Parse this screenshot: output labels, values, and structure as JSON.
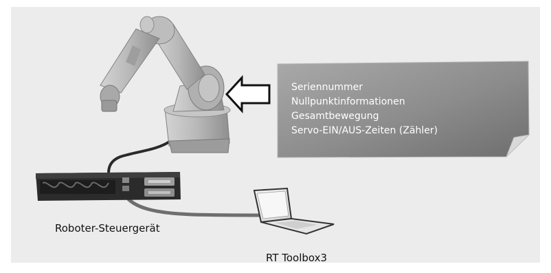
{
  "note": {
    "lines": [
      "Seriennummer",
      "Nullpunktinformationen",
      "Gesamtbewegung",
      "Servo-EIN/AUS-Zeiten (Zähler)"
    ]
  },
  "labels": {
    "controller": "Roboter-Steuergerät",
    "software": "RT Toolbox3"
  },
  "colors": {
    "background": "#ececec",
    "robot": "#b9b9b9",
    "note_fill": "#8a8a8a",
    "cable": "#666666"
  },
  "icons": [
    "robot-arm-icon",
    "controller-icon",
    "laptop-icon",
    "arrow-icon"
  ]
}
